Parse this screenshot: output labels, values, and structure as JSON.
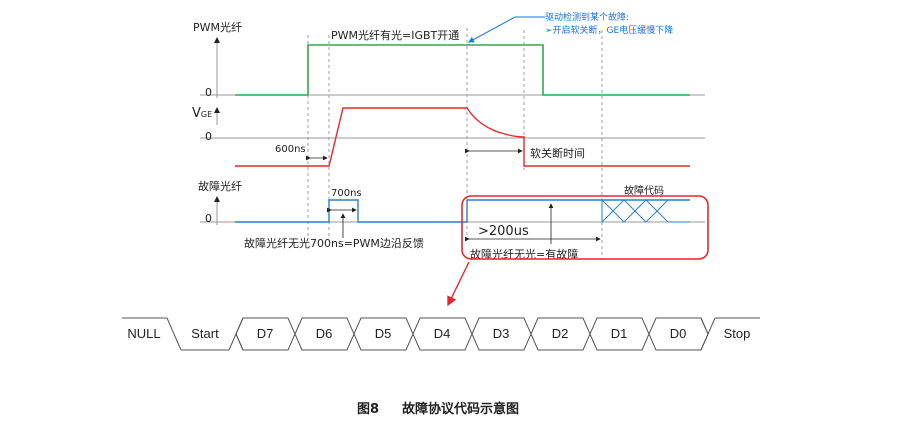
{
  "signals": {
    "pwm_label": "PWM光纤",
    "vge_label_main": "V",
    "vge_label_sub": "GE",
    "fault_label": "故障光纤",
    "zero": "0"
  },
  "annotations": {
    "pwm_on": "PWM光纤有光=IGBT开通",
    "driver_detect_line1": "驱动检测到某个故障:",
    "driver_detect_line2": "➢开启软关断，GE电压缓慢下降",
    "delay_600": "600ns",
    "soft_off_time": "软关断时间",
    "pulse_700": "700ns",
    "fault_code": "故障代码",
    "gt_200us": ">200us",
    "edge_feedback": "故障光纤无光700ns=PWM边沿反馈",
    "no_light_fault": "故障光纤无光=有故障"
  },
  "protocol": {
    "fields": [
      "NULL",
      "Start",
      "D7",
      "D6",
      "D5",
      "D4",
      "D3",
      "D2",
      "D1",
      "D0",
      "Stop"
    ]
  },
  "caption": {
    "figure": "图8",
    "title": "故障协议代码示意图"
  },
  "colors": {
    "pwm": "#2eaa4f",
    "vge": "#e8262b",
    "fault": "#2f7fc8",
    "highlight": "#e8262b",
    "note": "#1a73e8"
  }
}
